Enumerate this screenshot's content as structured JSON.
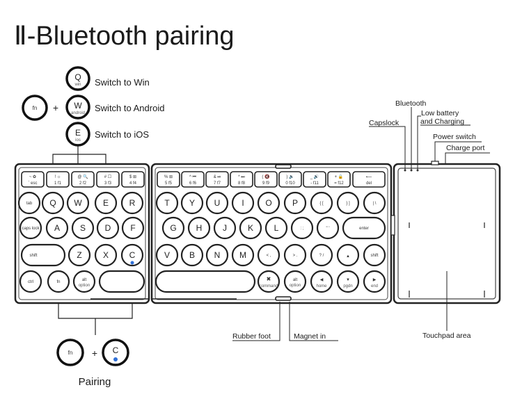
{
  "title": "Ⅱ-Bluetooth pairing",
  "switch_labels": {
    "win": "Switch to Win",
    "android": "Switch to  Android",
    "ios": "Switch to  iOS"
  },
  "combo_keys": {
    "fn": "fn",
    "plus": "+",
    "q": "Q",
    "q_sub": "win",
    "w": "W",
    "w_sub": "android",
    "e": "E",
    "e_sub": "ios"
  },
  "pairing": {
    "fn": "fn",
    "plus": "+",
    "c": "C",
    "label": "Pairing"
  },
  "callouts": {
    "bluetooth": "Bluetooth",
    "low_battery": "Low battery",
    "charging": "and Charging",
    "capslock": "Capslock",
    "power_switch": "Power switch",
    "charge_port": "Charge port",
    "rubber_foot": "Rubber foot",
    "magnet_in": "Magnet in",
    "touchpad_area": "Touchpad area"
  },
  "left_panel": {
    "fn_row": [
      {
        "top": "~ ✿",
        "sub": "` esc"
      },
      {
        "top": "! ☼",
        "sub": "1  f1"
      },
      {
        "top": "@ 🔍",
        "sub": "2  f2"
      },
      {
        "top": "# ☐",
        "sub": "3  f3"
      },
      {
        "top": "$ ⊞",
        "sub": "4  f4"
      }
    ],
    "rows": [
      [
        "tab",
        "Q",
        "W",
        "E",
        "R"
      ],
      [
        "caps lock",
        "A",
        "S",
        "D",
        "F"
      ],
      [
        "shift",
        "Z",
        "X",
        "C"
      ],
      [
        "ctrl",
        "fn",
        "alt"
      ]
    ],
    "alt_sub": "option"
  },
  "middle_panel": {
    "fn_row": [
      {
        "top": "% ⊞",
        "sub": "5  f5"
      },
      {
        "top": "^ ⏮",
        "sub": "6  f6"
      },
      {
        "top": "& ⏯",
        "sub": "7  f7"
      },
      {
        "top": "* ⏭",
        "sub": "8  f8"
      },
      {
        "top": "( 🔇",
        "sub": "9  f9"
      },
      {
        "top": ") 🔉",
        "sub": "0  f10"
      },
      {
        "top": "_ 🔊",
        "sub": "-  f11"
      },
      {
        "top": "+ 🔒",
        "sub": "=  f12"
      },
      {
        "top": "⟵",
        "sub": "del"
      }
    ],
    "row1": [
      "T",
      "Y",
      "U",
      "I",
      "O",
      "P",
      "{ [",
      "} ]",
      "| \\"
    ],
    "row2": [
      "G",
      "H",
      "J",
      "K",
      "L",
      ": ;",
      "\" '",
      "enter"
    ],
    "row3": [
      "V",
      "B",
      "N",
      "M",
      "< ,",
      "> .",
      "? /",
      "▲",
      "shift"
    ],
    "row4": [
      "✖",
      "alt",
      "◀",
      "▼",
      "▶"
    ],
    "row4_sub": [
      "command",
      "option",
      "home",
      "pgdn",
      "end"
    ]
  }
}
